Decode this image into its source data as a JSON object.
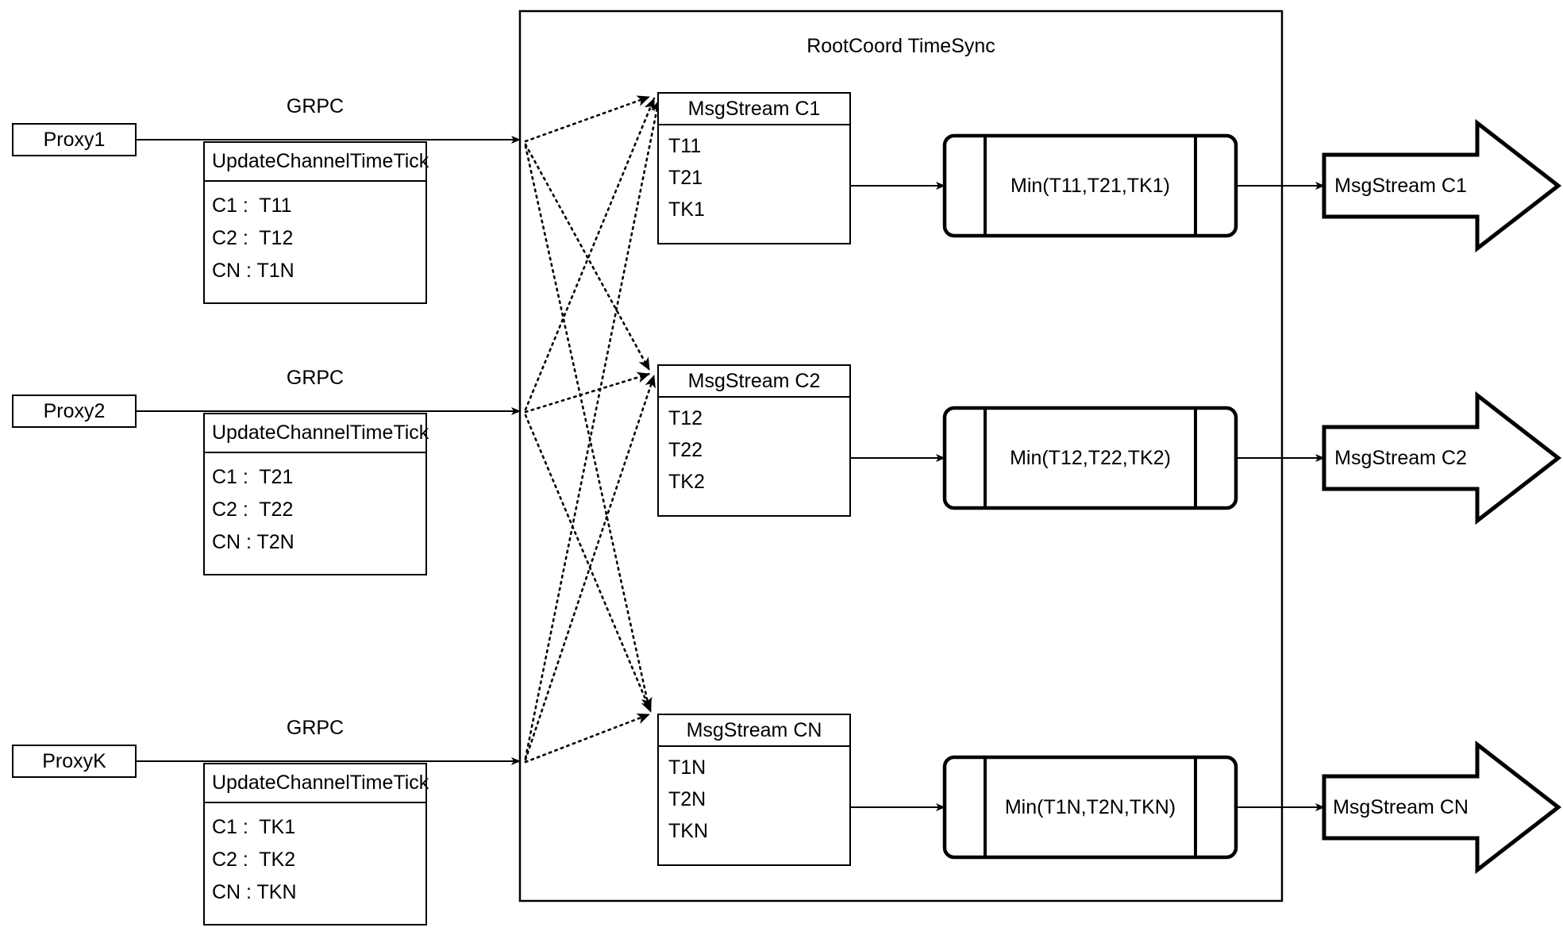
{
  "diagram": {
    "title": "RootCoord TimeSync",
    "container_name": "rootcoord-timesync-container"
  },
  "proxies": [
    {
      "name": "Proxy1",
      "link_label": "GRPC",
      "rpc_title": "UpdateChannelTimeTick",
      "entries": [
        "C1 :  T11",
        "C2 :  T12",
        "CN : T1N"
      ]
    },
    {
      "name": "Proxy2",
      "link_label": "GRPC",
      "rpc_title": "UpdateChannelTimeTick",
      "entries": [
        "C1 :  T21",
        "C2 :  T22",
        "CN : T2N"
      ]
    },
    {
      "name": "ProxyK",
      "link_label": "GRPC",
      "rpc_title": "UpdateChannelTimeTick",
      "entries": [
        "C1 :  TK1",
        "C2 :  TK2",
        "CN : TKN"
      ]
    }
  ],
  "channels": [
    {
      "stream_title": "MsgStream C1",
      "ticks": [
        "T11",
        "T21",
        "TK1"
      ],
      "min_label": "Min(T11,T21,TK1)",
      "output_label": "MsgStream C1"
    },
    {
      "stream_title": "MsgStream C2",
      "ticks": [
        "T12",
        "T22",
        "TK2"
      ],
      "min_label": "Min(T12,T22,TK2)",
      "output_label": "MsgStream C2"
    },
    {
      "stream_title": "MsgStream CN",
      "ticks": [
        "T1N",
        "T2N",
        "TKN"
      ],
      "min_label": "Min(T1N,T2N,TKN)",
      "output_label": "MsgStream CN"
    }
  ],
  "colors": {
    "stroke": "#000000",
    "background": "#ffffff"
  }
}
